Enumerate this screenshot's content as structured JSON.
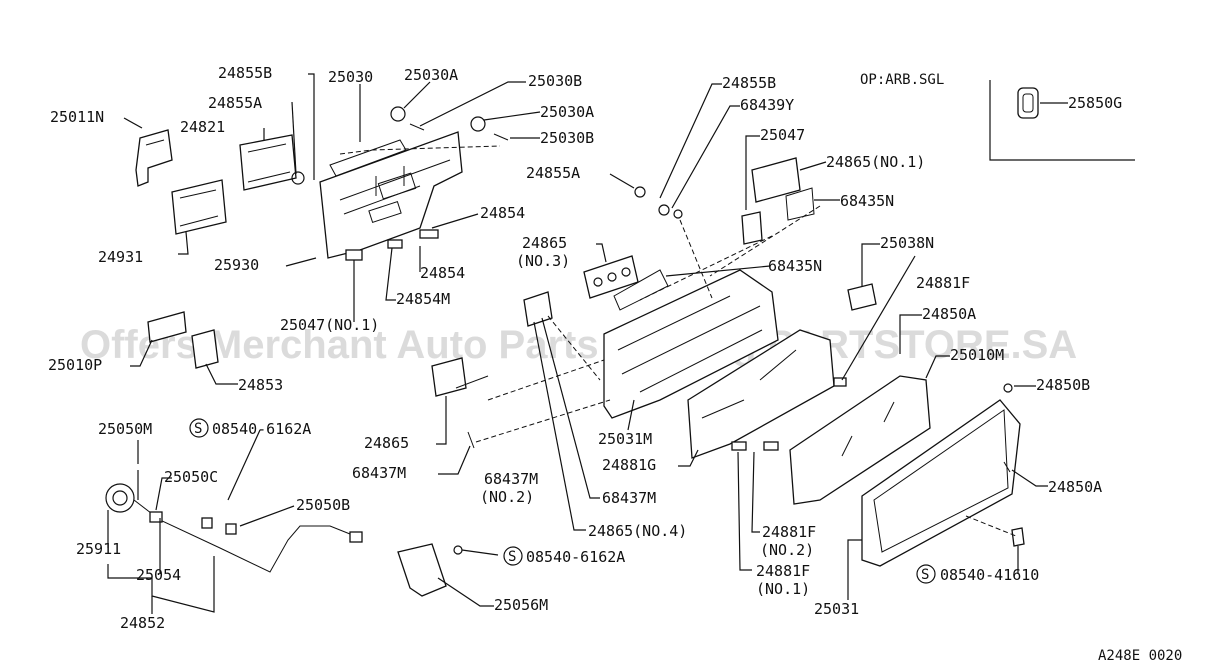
{
  "watermark": "Offers Merchant Auto Parts Catalog PARTSTORE.SA",
  "drawing_code": "A248E 0020",
  "option_note": "OP:ARB.SGL",
  "labels": {
    "l_24855B_a": "24855B",
    "l_25030": "25030",
    "l_25030A_a": "25030A",
    "l_25030B_a": "25030B",
    "l_24855A_a": "24855A",
    "l_25030A_b": "25030A",
    "l_25011N": "25011N",
    "l_24821": "24821",
    "l_25030B_b": "25030B",
    "l_24855B_b": "24855B",
    "l_68439Y": "68439Y",
    "l_25047": "25047",
    "l_24865_no1": "24865(NO.1)",
    "l_24855A_b": "24855A",
    "l_68435N_a": "68435N",
    "l_24854_a": "24854",
    "l_24865_no3_a": "24865",
    "l_24865_no3_b": "(NO.3)",
    "l_68435N_b": "68435N",
    "l_25038N": "25038N",
    "l_24931": "24931",
    "l_25930": "25930",
    "l_24854_b": "24854",
    "l_24881F_a": "24881F",
    "l_24854M": "24854M",
    "l_24850A_a": "24850A",
    "l_25047_no1": "25047(NO.1)",
    "l_25010M": "25010M",
    "l_25010P": "25010P",
    "l_24853": "24853",
    "l_24850B": "24850B",
    "l_25050M": "25050M",
    "l_08540_6162A_a": "08540-6162A",
    "l_24865": "24865",
    "l_25031M": "25031M",
    "l_68437M_a": "68437M",
    "l_24881G": "24881G",
    "l_25050C": "25050C",
    "l_68437M_b": "68437M",
    "l_68437M_b2": "(NO.2)",
    "l_24850A_b": "24850A",
    "l_68437M_c": "68437M",
    "l_25050B": "25050B",
    "l_24865_no4": "24865(NO.4)",
    "l_24881F_b": "24881F",
    "l_24881F_b2": "(NO.2)",
    "l_25911": "25911",
    "l_08540_6162A_b": "08540-6162A",
    "l_24881F_c": "24881F",
    "l_24881F_c2": "(NO.1)",
    "l_25054": "25054",
    "l_08540_41610": "08540-41610",
    "l_25056M": "25056M",
    "l_24852": "24852",
    "l_25031": "25031",
    "l_25850G": "25850G"
  }
}
